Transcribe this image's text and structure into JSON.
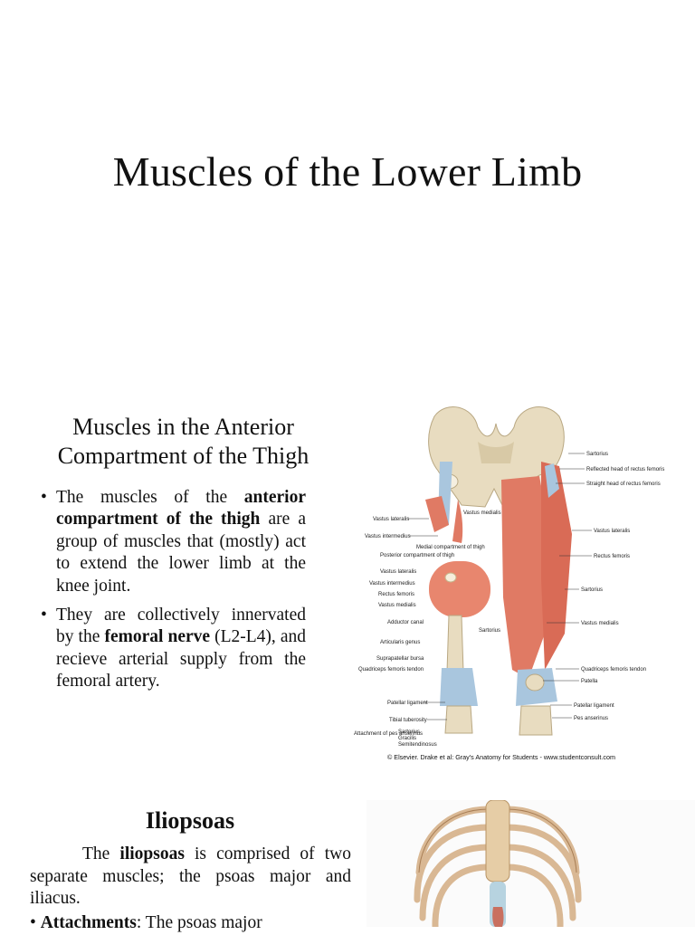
{
  "title": "Muscles of the Lower Limb",
  "section1": {
    "heading_line1": "Muscles in the Anterior",
    "heading_line2": "Compartment of the Thigh",
    "bullet1": {
      "t1": "The muscles of the ",
      "b1": "anterior compartment of the thigh",
      "t2": " are a group of muscles that (mostly) act to extend the lower limb at the knee joint."
    },
    "bullet2": {
      "t1": "They are collectively innervated by the ",
      "b1": "femoral nerve",
      "t2": " (L2-L4), and recieve arterial supply from the femoral artery."
    },
    "figure": {
      "labels_left": [
        "Vastus lateralis",
        "Vastus intermedius",
        "Vastus medialis",
        "Medial compartment of thigh",
        "Posterior compartment of thigh",
        "Vastus lateralis",
        "Vastus intermedius",
        "Rectus femoris",
        "Vastus medialis",
        "Adductor canal",
        "Sartorius",
        "Articularis genus",
        "Suprapatellar bursa",
        "Quadriceps femoris tendon",
        "Patellar ligament",
        "Tibial tuberosity",
        "Attachment of pes anserinus",
        "Sartorius",
        "Gracilis",
        "Semitendinosus"
      ],
      "labels_right": [
        "Sartorius",
        "Reflected head of rectus femoris",
        "Straight head of rectus femoris",
        "Vastus lateralis",
        "Rectus femoris",
        "Sartorius",
        "Vastus medialis",
        "Quadriceps femoris tendon",
        "Patella",
        "Patellar ligament",
        "Pes anserinus"
      ],
      "caption": "© Elsevier. Drake et al: Gray's Anatomy for Students - www.studentconsult.com"
    }
  },
  "section2": {
    "heading": "Iliopsoas",
    "para": {
      "t1": "The ",
      "b1": "iliopsoas",
      "t2": " is comprised of two separate muscles; the psoas major and iliacus."
    },
    "bullet": {
      "b1": "Attachments",
      "t2": ": The psoas major"
    }
  },
  "colors": {
    "bone": "#e8dcc0",
    "muscle": "#e07a64",
    "tendon": "#a9c6de"
  }
}
